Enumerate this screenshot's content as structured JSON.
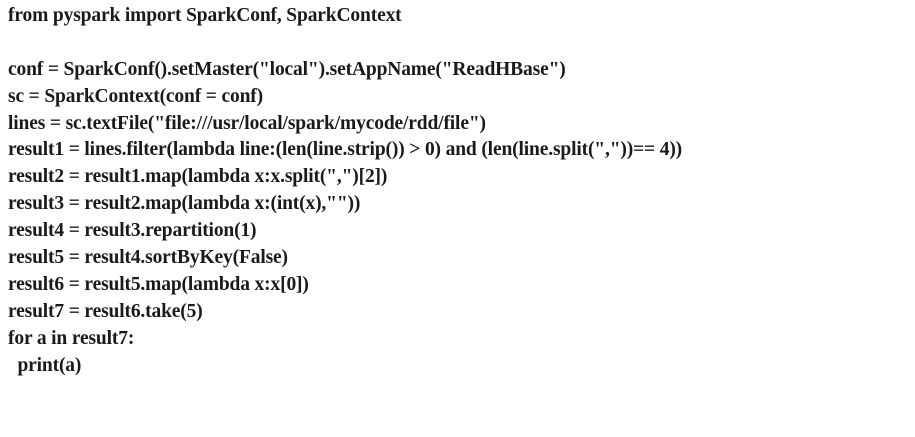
{
  "code": {
    "line_01": "from pyspark import SparkConf, SparkContext",
    "line_02": "",
    "line_03": "conf = SparkConf().setMaster(\"local\").setAppName(\"ReadHBase\")",
    "line_04": "sc = SparkContext(conf = conf)",
    "line_05": "lines = sc.textFile(\"file:///usr/local/spark/mycode/rdd/file\")",
    "line_06": "result1 = lines.filter(lambda line:(len(line.strip()) > 0) and (len(line.split(\",\"))== 4))",
    "line_07": "result2 = result1.map(lambda x:x.split(\",\")[2])",
    "line_08": "result3 = result2.map(lambda x:(int(x),\"\"))",
    "line_09": "result4 = result3.repartition(1)",
    "line_10": "result5 = result4.sortByKey(False)",
    "line_11": "result6 = result5.map(lambda x:x[0])",
    "line_12": "result7 = result6.take(5)",
    "line_13": "for a in result7:",
    "line_14": "  print(a)"
  }
}
